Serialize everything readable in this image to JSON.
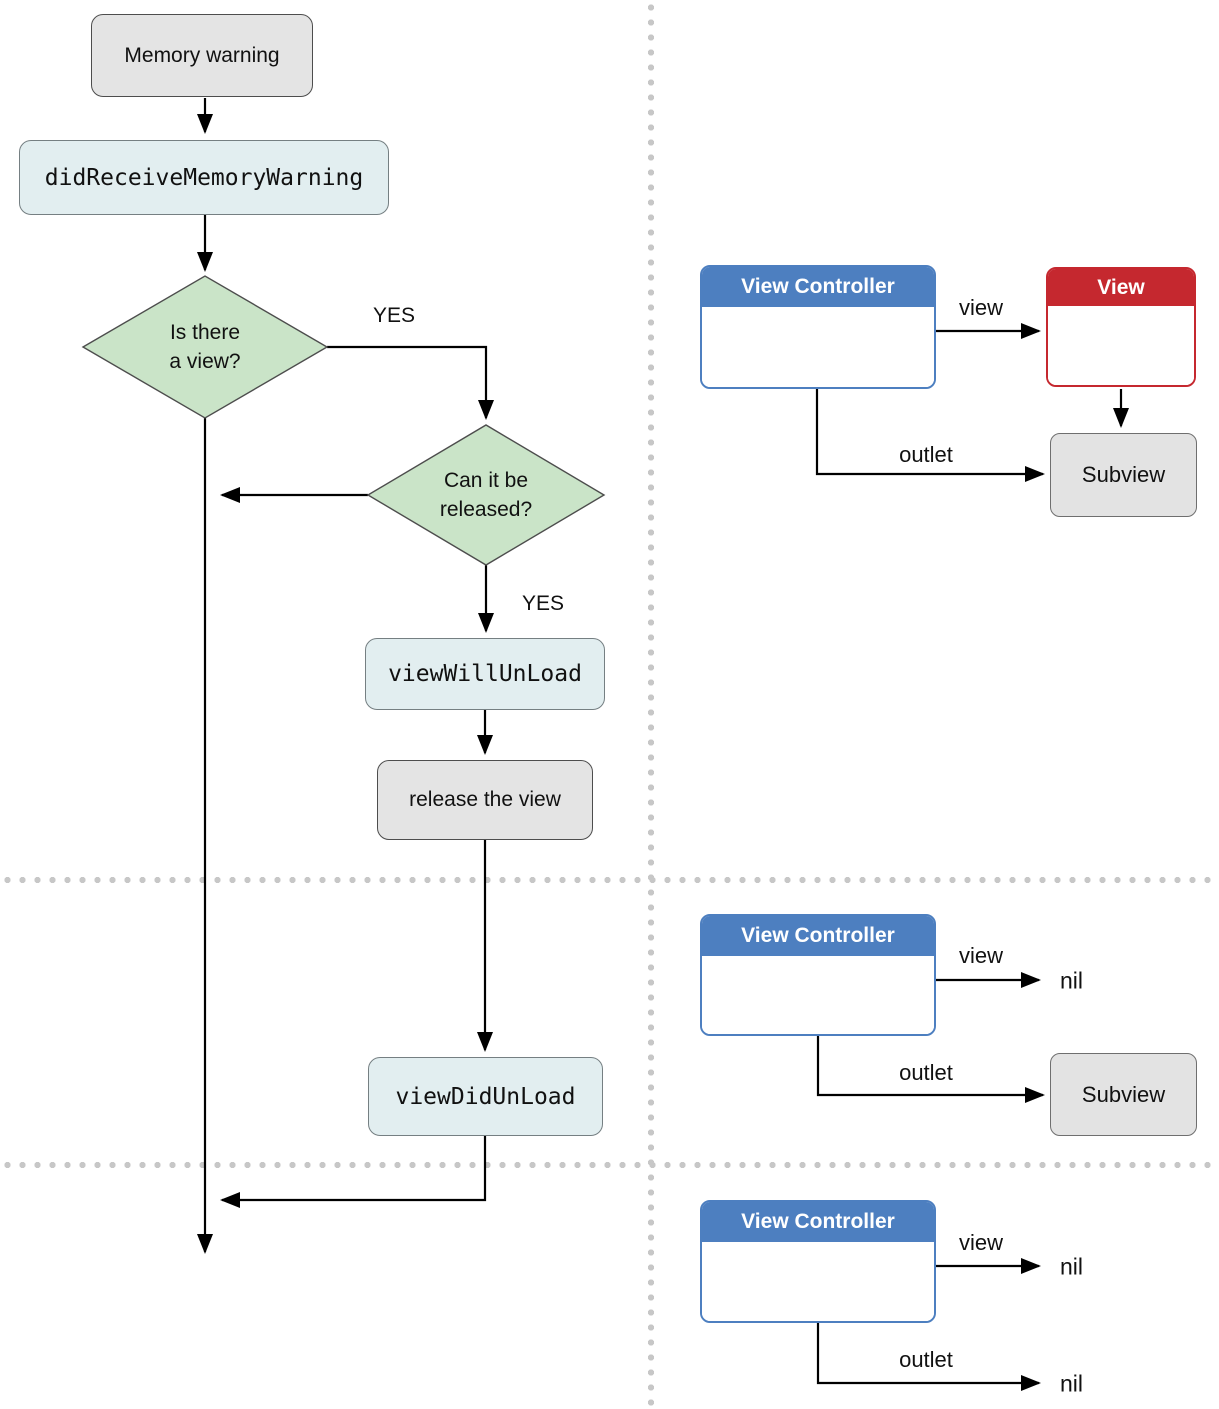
{
  "flow": {
    "memory_warning": "Memory warning",
    "did_receive_memory_warning": "didReceiveMemoryWarning",
    "decision_is_view": {
      "line1": "Is there",
      "line2": "a view?"
    },
    "decision_can_release": {
      "line1": "Can it be",
      "line2": "released?"
    },
    "yes_label_1": "YES",
    "yes_label_2": "YES",
    "view_will_unload": "viewWillUnLoad",
    "release_the_view": "release the view",
    "view_did_unload": "viewDidUnLoad"
  },
  "diagram_top": {
    "view_controller_title": "View Controller",
    "view_title": "View",
    "subview_label": "Subview",
    "view_arrow_label": "view",
    "outlet_arrow_label": "outlet"
  },
  "diagram_middle": {
    "view_controller_title": "View Controller",
    "view_arrow_label": "view",
    "view_nil": "nil",
    "outlet_arrow_label": "outlet",
    "subview_label": "Subview"
  },
  "diagram_bottom": {
    "view_controller_title": "View Controller",
    "view_arrow_label": "view",
    "view_nil": "nil",
    "outlet_arrow_label": "outlet",
    "outlet_nil": "nil"
  },
  "colors": {
    "view_controller_blue": "#4d7fc0",
    "view_red": "#c5282f",
    "decision_green": "#cae4c8",
    "process_gray": "#e4e4e4",
    "method_teal": "#e2eef0",
    "divider_dot_gray": "#c7c7c7",
    "line_black": "#000000"
  }
}
